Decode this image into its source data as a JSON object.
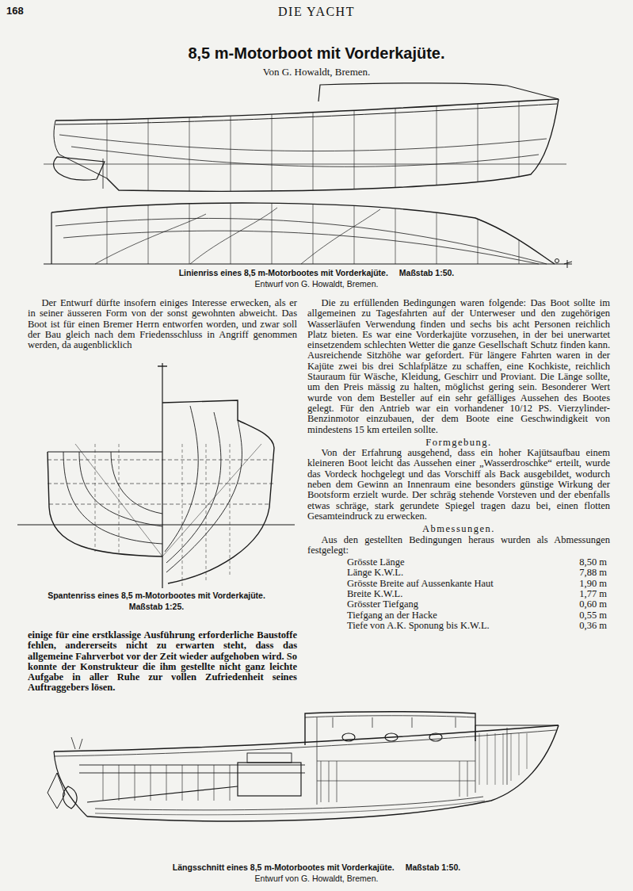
{
  "diagram": {
    "title": "8,5 m-Motorboot mit Vorderkajüte.",
    "labels": [
      "168",
      "DIE YACHT",
      "Von G. Howaldt, Bremen.",
      "Linienriss eines 8,5 m-Motorbootes mit Vorderkajüte.",
      "Maßstab 1:50.",
      "Entwurf von G. Howaldt, Bremen.",
      "Der Entwurf dürfte insofern einiges Interesse erwecken, als er in seiner äusseren Form von der sonst gewohnten abweicht. Das Boot ist für einen Bremer Herrn entworfen worden, und zwar soll der Bau gleich nach dem Friedensschluss in Angriff genommen werden, da augenblicklich",
      "Die zu erfüllenden Bedingungen waren folgende: Das Boot sollte im allgemeinen zu Tagesfahrten auf der Unterweser und den zugehörigen Wasserläufen Verwendung finden und sechs bis acht Personen reichlich Platz bieten. Es war eine Vorderkajüte vorzusehen, in der bei unerwartet einsetzendem schlechten Wetter die ganze Gesellschaft Schutz finden kann. Ausreichende Sitzhöhe war gefordert. Für längere Fahrten waren in der Kajüte zwei bis drei Schlafplätze zu schaffen, eine Kochkiste, reichlich Stauraum für Wäsche, Kleidung, Geschirr und Proviant. Die Länge sollte, um den Preis mässig zu halten, möglichst gering sein. Besonderer Wert wurde von dem Besteller auf ein sehr gefälliges Aussehen des Bootes gelegt. Für den Antrieb war ein vorhandener 10/12 PS. Vierzylinder-Benzinmotor einzubauen, der dem Boote eine Geschwindigkeit von mindestens 15 km erteilen sollte.",
      "Formgebung.",
      "Von der Erfahrung ausgehend, dass ein hoher Kajütsaufbau einem kleineren Boot leicht das Aussehen einer „Wasserdroschke“ erteilt, wurde das Vordeck hochgelegt und das Vorschiff als Back ausgebildet, wodurch neben dem Gewinn an Innenraum eine besonders günstige Wirkung der Bootsform erzielt wurde. Der schräg stehende Vorsteven und der ebenfalls etwas schräge, stark gerundete Spiegel tragen dazu bei, einen flotten Gesamteindruck zu erwecken.",
      "Abmessungen.",
      "Aus den gestellten Bedingungen heraus wurden als Abmessungen festgelegt:",
      "Grösste Länge",
      "8,50 m",
      "Länge K.W.L.",
      "7,88 m",
      "Grösste Breite auf Aussenkante Haut",
      "1,90 m",
      "Breite K.W.L.",
      "1,77 m",
      "Grösster Tiefgang",
      "0,60 m",
      "Tiefgang an der Hacke",
      "0,55 m",
      "Tiefe von A.K. Sponung bis K.W.L.",
      "0,36 m",
      "Spantenriss eines 8,5 m-Motorbootes mit Vorderkajüte.",
      "Maßstab 1:25.",
      "einige für eine erstklassige Ausführung erforderliche Baustoffe fehlen, andererseits nicht zu erwarten steht, dass das allgemeine Fahrverbot vor der Zeit wieder aufgehoben wird. So konnte der Konstrukteur die ihm gestellte nicht ganz leichte Aufgabe in aller Ruhe zur vollen Zufriedenheit seines Auftraggebers lösen.",
      "Längsschnitt eines 8,5 m-Motorbootes mit Vorderkajüte.",
      "Maßstab 1:50.",
      "Entwurf von G. Howaldt, Bremen."
    ]
  }
}
